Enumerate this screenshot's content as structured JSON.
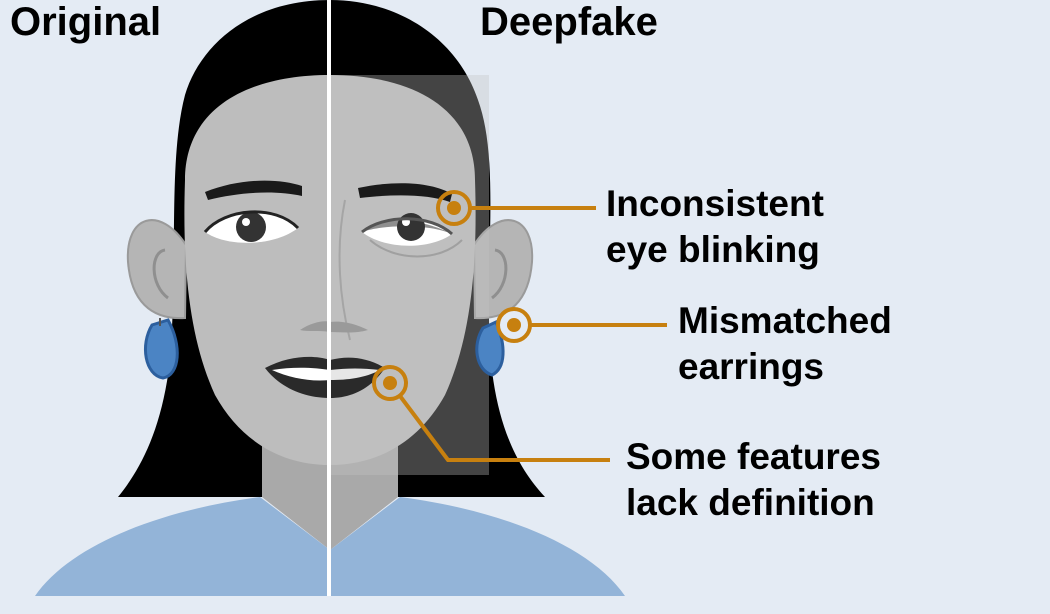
{
  "titles": {
    "original": "Original",
    "deepfake": "Deepfake"
  },
  "callouts": [
    {
      "line1": "Inconsistent",
      "line2": "eye blinking"
    },
    {
      "line1": "Mismatched",
      "line2": "earrings"
    },
    {
      "line1": "Some features",
      "line2": "lack definition"
    }
  ],
  "colors": {
    "background": "#e4ebf4",
    "hair": "#000000",
    "skin": "#bdbdbd",
    "shirt": "#93b4d8",
    "earring": "#4b84c4",
    "callout": "#c7800f",
    "divider": "#ffffff"
  }
}
